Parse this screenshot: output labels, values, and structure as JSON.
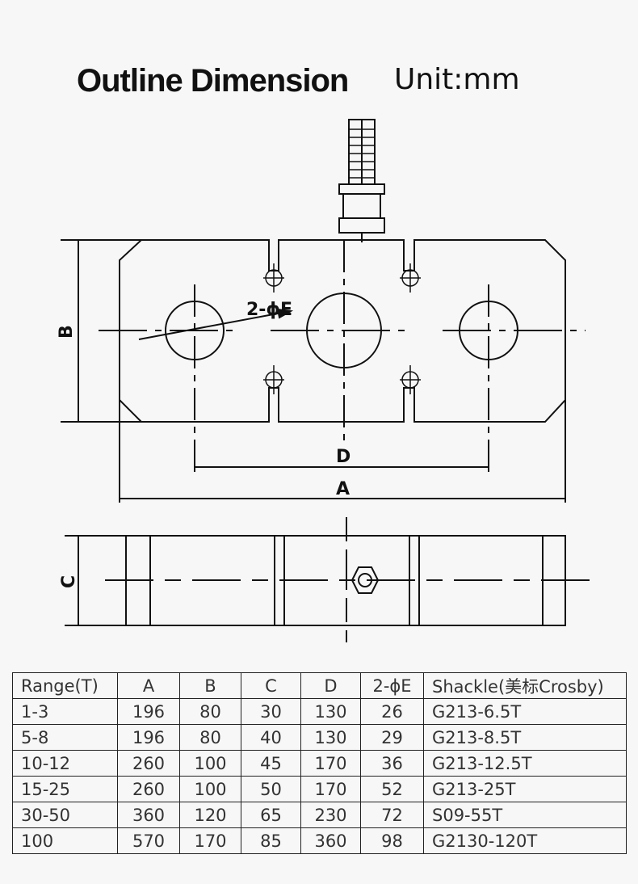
{
  "title": "Outline Dimension",
  "unit": "Unit:mm",
  "labels": {
    "a": "A",
    "b": "B",
    "c": "C",
    "d": "D",
    "hole": "2-ϕE"
  },
  "table": {
    "headers": [
      "Range(T)",
      "A",
      "B",
      "C",
      "D",
      "2-ϕE",
      "Shackle(美标Crosby)"
    ],
    "rows": [
      [
        "1-3",
        "196",
        "80",
        "30",
        "130",
        "26",
        "G213-6.5T"
      ],
      [
        "5-8",
        "196",
        "80",
        "40",
        "130",
        "29",
        "G213-8.5T"
      ],
      [
        "10-12",
        "260",
        "100",
        "45",
        "170",
        "36",
        "G213-12.5T"
      ],
      [
        "15-25",
        "260",
        "100",
        "50",
        "170",
        "52",
        "G213-25T"
      ],
      [
        "30-50",
        "360",
        "120",
        "65",
        "230",
        "72",
        "S09-55T"
      ],
      [
        "100",
        "570",
        "170",
        "85",
        "360",
        "98",
        "G2130-120T"
      ]
    ]
  }
}
